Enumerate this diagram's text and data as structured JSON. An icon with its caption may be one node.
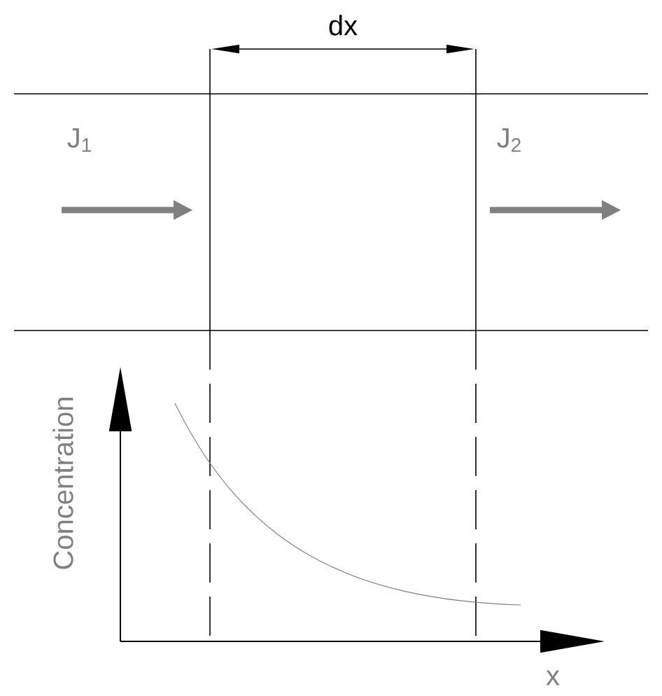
{
  "diagram": {
    "labels": [
      "dx",
      "J$_{1}$",
      "J$_{2}$",
      "Concentration",
      "x"
    ]
  }
}
